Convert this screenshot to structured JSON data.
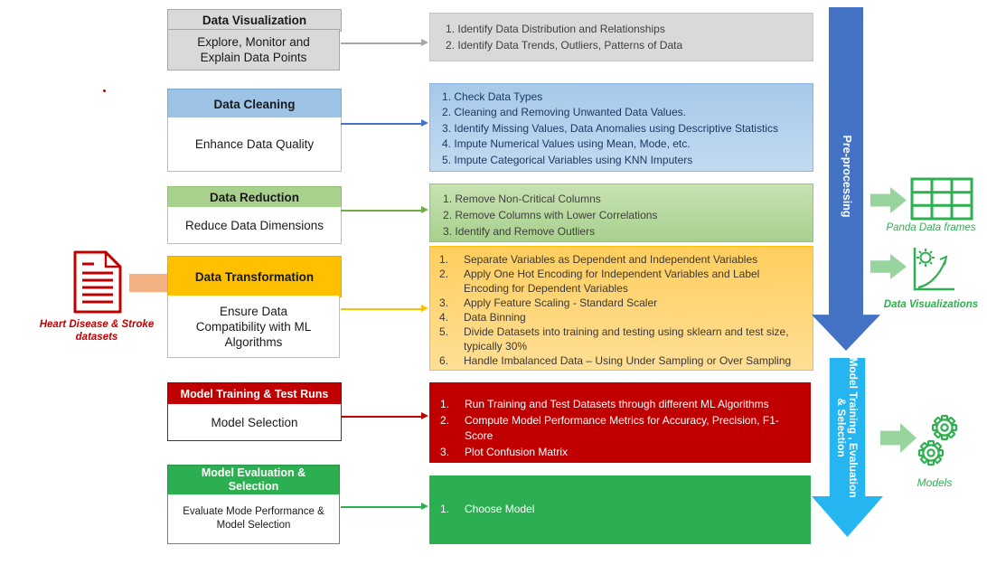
{
  "source": {
    "icon": "document-icon",
    "label": "Heart Disease & Stroke datasets"
  },
  "stages": [
    {
      "title": "Data Visualization",
      "subtitle": "Explore, Monitor and Explain Data Points",
      "details": [
        "Identify Data Distribution and Relationships",
        "Identify Data Trends, Outliers, Patterns of Data"
      ]
    },
    {
      "title": "Data Cleaning",
      "subtitle": "Enhance Data Quality",
      "details": [
        "Check Data Types",
        "Cleaning and Removing Unwanted Data Values.",
        "Identify Missing Values, Data Anomalies using Descriptive Statistics",
        "Impute Numerical Values using Mean, Mode, etc.",
        "Impute Categorical Variables using KNN Imputers"
      ]
    },
    {
      "title": "Data Reduction",
      "subtitle": "Reduce Data Dimensions",
      "details": [
        "Remove Non-Critical Columns",
        "Remove Columns with Lower Correlations",
        "Identify and Remove Outliers"
      ]
    },
    {
      "title": "Data Transformation",
      "subtitle": "Ensure Data Compatibility with ML Algorithms",
      "details": [
        "Separate Variables as Dependent and Independent Variables",
        "Apply One Hot Encoding for Independent Variables and Label Encoding for Dependent Variables",
        "Apply Feature Scaling - Standard Scaler",
        "Data Binning",
        "Divide Datasets into training and testing using sklearn and test size, typically 30%",
        "Handle Imbalanced Data – Using Under Sampling or Over Sampling"
      ]
    },
    {
      "title": "Model Training & Test Runs",
      "subtitle": "Model Selection",
      "details": [
        "Run Training and Test Datasets through different ML Algorithms",
        "Compute Model Performance Metrics for Accuracy, Precision, F1-Score",
        "Plot Confusion Matrix"
      ]
    },
    {
      "title": "Model Evaluation & Selection",
      "subtitle": "Evaluate Mode Performance & Model Selection",
      "details": [
        "Choose Model"
      ]
    }
  ],
  "phases": [
    {
      "label": "Pre-processing"
    },
    {
      "label_line1": "Model Training , Evaluation",
      "label_line2": "& Selection"
    }
  ],
  "outputs": [
    {
      "icon": "table-grid-icon",
      "label": "Panda Data frames"
    },
    {
      "icon": "chart-growth-icon",
      "label": "Data Visualizations"
    },
    {
      "icon": "gears-icon",
      "label": "Models"
    }
  ],
  "colors": {
    "gray": "#D9D9D9",
    "blue_header": "#9DC3E6",
    "green_light": "#A9D18E",
    "amber": "#FFC000",
    "red": "#C00000",
    "green": "#2CAF50",
    "arrow_dark_blue": "#4472C4",
    "arrow_light_blue": "#25B6F2",
    "icon_green": "#2EB050",
    "source_orange": "#F4B183"
  }
}
